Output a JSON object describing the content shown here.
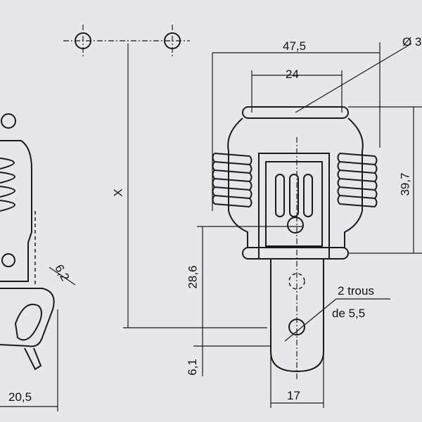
{
  "drawing": {
    "dimensions": {
      "width_total": "47,5",
      "width_inner": "24",
      "diameter": "Ø 3",
      "height_spring": "39,7",
      "height_x": "X",
      "height_lower": "28,6",
      "height_tab": "6,1",
      "holes_line1": "2 trous",
      "holes_line2": "de 5,5",
      "tab_width": "17",
      "side_width": "20,5",
      "side_dia": "6,2"
    }
  }
}
